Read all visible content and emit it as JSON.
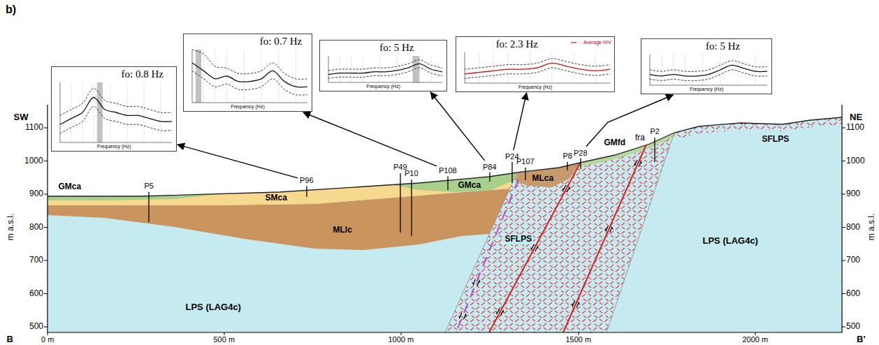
{
  "diagram": {
    "nodes": [
      {
        "text": [
          "fo: 0.8 Hz"
        ]
      },
      {
        "text": [
          "fo: 0.7 Hz"
        ]
      },
      {
        "text": [
          "fo: 5 Hz"
        ]
      },
      {
        "text": [
          "fo: 2.3 Hz"
        ]
      },
      {
        "text": [
          "fo: 5 Hz"
        ]
      },
      {
        "text": [
          "P96"
        ]
      },
      {
        "text": [
          "P108"
        ]
      },
      {
        "text": [
          "P84"
        ]
      },
      {
        "text": [
          "P24"
        ]
      },
      {
        "text": [
          "P28"
        ]
      }
    ],
    "edges": [
      {
        "from": 5,
        "to": 0,
        "arrow": "to"
      },
      {
        "from": 6,
        "to": 1,
        "arrow": "to"
      },
      {
        "from": 7,
        "to": 2,
        "arrow": "to"
      },
      {
        "from": 8,
        "to": 3,
        "arrow": "to"
      },
      {
        "from": 9,
        "to": 4,
        "arrow": "to"
      }
    ],
    "labels": [
      "b)",
      "SW",
      "NE",
      "1100",
      "1000",
      "900",
      "800",
      "700",
      "600",
      "500",
      "m a.s.l.",
      "1100",
      "1000",
      "900",
      "800",
      "700",
      "600",
      "500",
      "m a.s.l.",
      "B",
      "0 m",
      "500 m",
      "1000 m",
      "1500 m",
      "2000 m",
      "B'",
      "GMca",
      "SMca",
      "MLIc",
      "GMca",
      "MLca",
      "GMfd",
      "fra",
      "SFLPS",
      "SFLPS",
      "LPS (LAG4c)",
      "LPS (LAG4c)",
      "P5",
      "P49",
      "P10",
      "P107",
      "P8",
      "P2",
      "Frequency (Hz)",
      "Frequency (Hz)",
      "Frequency (Hz)",
      "Frequency (Hz)",
      "Frequency (Hz)",
      "Average H/V"
    ]
  }
}
